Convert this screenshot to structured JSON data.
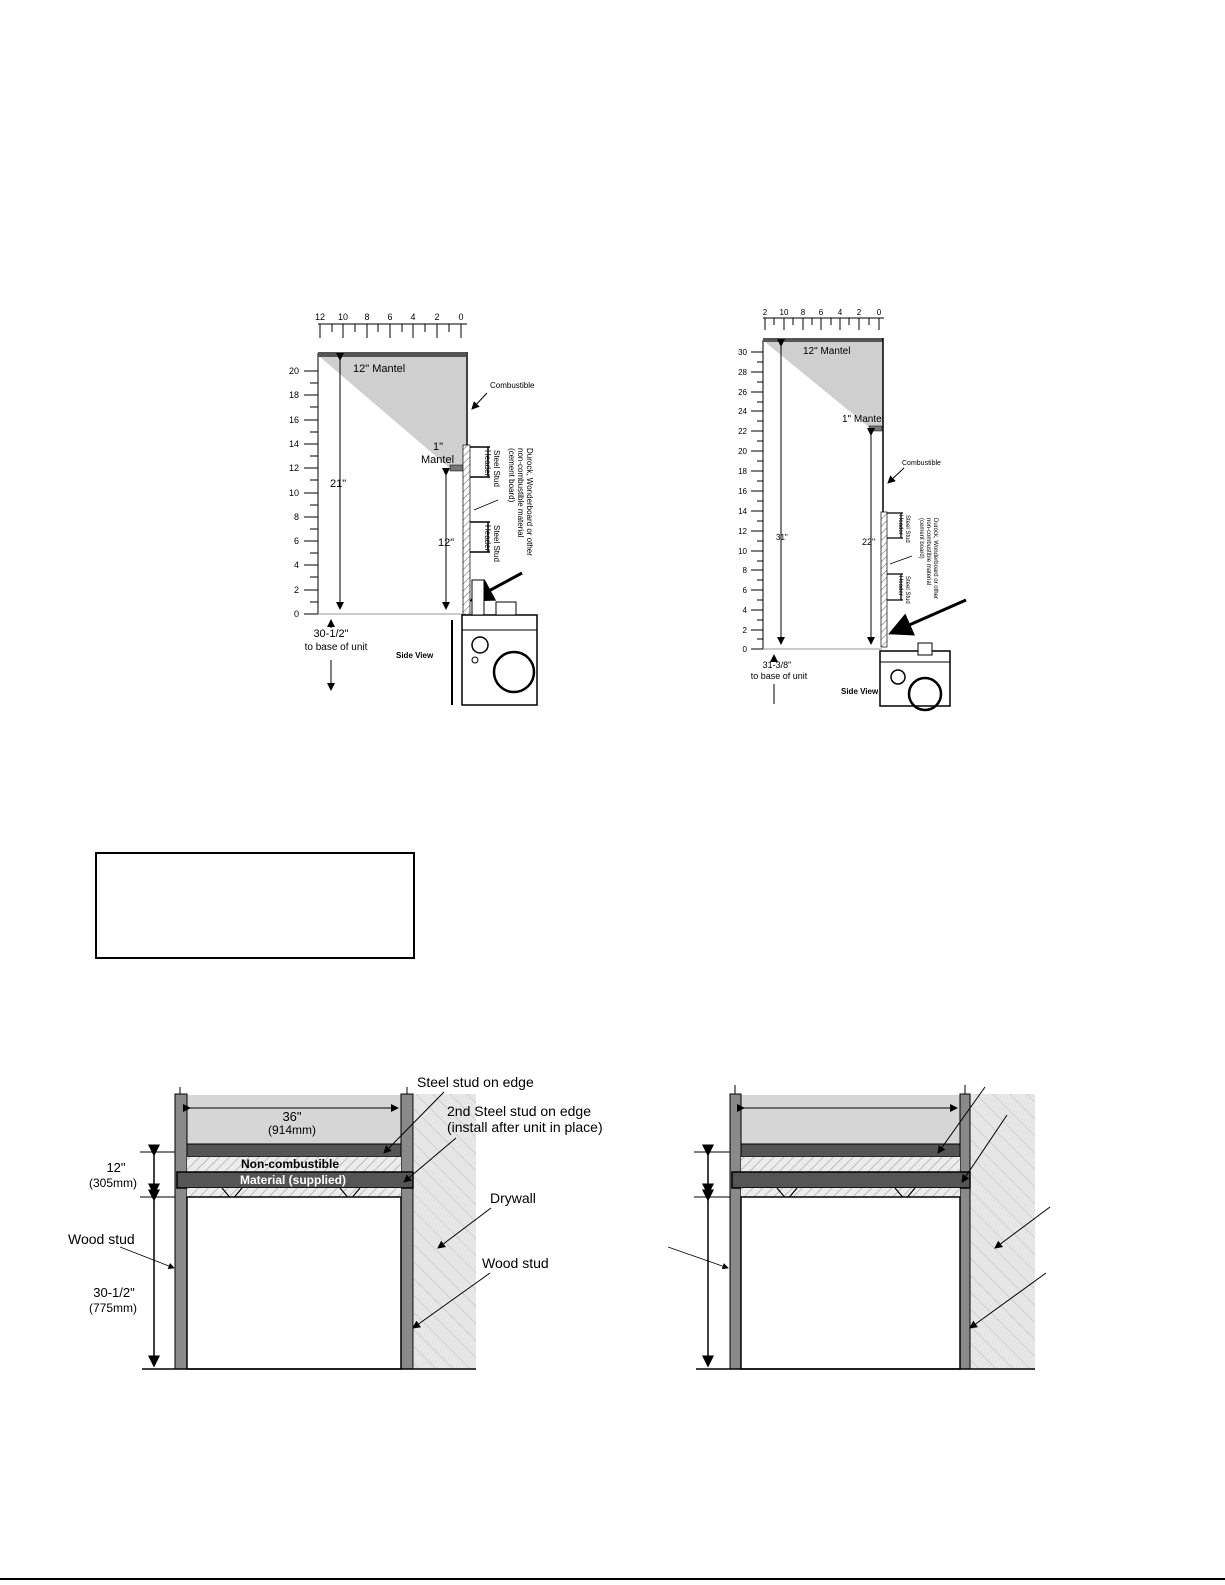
{
  "diagram1": {
    "top_ticks": [
      "12",
      "10",
      "8",
      "6",
      "4",
      "2",
      "0"
    ],
    "side_ticks": [
      "20",
      "18",
      "16",
      "14",
      "12",
      "10",
      "8",
      "6",
      "4",
      "2",
      "0"
    ],
    "mantel_large": "12\" Mantel",
    "mantel_small_num": "1\"",
    "mantel_small_word": "Mantel",
    "combustible": "Combustible",
    "height_tall": "21\"",
    "height_short": "12\"",
    "base_dim": "30-1/2\"",
    "base_note": "to base of unit",
    "view": "Side View",
    "stud_header_1": [
      "Steel Stud",
      "Header"
    ],
    "stud_header_2": [
      "Steel Stud",
      "Header"
    ],
    "board_note": [
      "Durock, Wonderboard or other",
      "non-combustible material",
      "(cement board)"
    ]
  },
  "diagram2": {
    "top_ticks": [
      "2",
      "10",
      "8",
      "6",
      "4",
      "2",
      "0"
    ],
    "side_ticks": [
      "30",
      "28",
      "26",
      "24",
      "22",
      "20",
      "18",
      "16",
      "14",
      "12",
      "10",
      "8",
      "6",
      "4",
      "2",
      "0"
    ],
    "mantel_large": "12\" Mantel",
    "mantel_small": "1\" Mantel",
    "combustible": "Combustible",
    "height_tall": "31\"",
    "height_short": "22\"",
    "base_dim": "31-3/8\"",
    "base_note": "to base of unit",
    "view": "Side View",
    "stud_header_1": [
      "Steel Stud",
      "Header"
    ],
    "stud_header_2": [
      "Steel Stud",
      "Header"
    ],
    "board_note": [
      "Durock, Wonderboard or other",
      "non-combustible material",
      "(cement board)"
    ]
  },
  "framing": {
    "steel_stud": "Steel stud on edge",
    "second_stud_1": "2nd Steel stud on edge",
    "second_stud_2": "(install after unit in place)",
    "width_in": "36\"",
    "width_mm": "(914mm)",
    "noncomb_1": "Non-combustible",
    "noncomb_2": "Material (supplied)",
    "header_in": "12\"",
    "header_mm": "(305mm)",
    "drywall": "Drywall",
    "wood_stud_left": "Wood stud",
    "wood_stud_right": "Wood stud",
    "base_in": "30-1/2\"",
    "base_mm": "(775mm)"
  },
  "colors": {
    "shade": "#cfcfcf",
    "bar": "#555555",
    "line": "#000000",
    "hatch": "#9a9a9a",
    "wall": "#e4e4e4"
  }
}
